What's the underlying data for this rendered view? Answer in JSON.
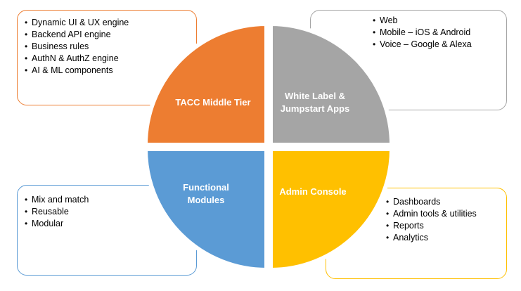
{
  "quadrants": {
    "top_left": {
      "label": "TACC Middle Tier",
      "color": "#ED7D31"
    },
    "top_right": {
      "label": "White Label &\nJumpstart Apps",
      "label_line1": "White Label &",
      "label_line2": "Jumpstart Apps",
      "color": "#A5A5A5"
    },
    "bottom_left": {
      "label_line1": "Functional",
      "label_line2": "Modules",
      "color": "#5B9BD5"
    },
    "bottom_right": {
      "label": "Admin Console",
      "color": "#FFC000"
    }
  },
  "cards": {
    "top_left": {
      "items": [
        "Dynamic UI & UX engine",
        "Backend API engine",
        "Business rules",
        "AuthN & AuthZ engine",
        "AI & ML components"
      ]
    },
    "top_right": {
      "items": [
        "Web",
        "Mobile – iOS & Android",
        "Voice – Google & Alexa"
      ]
    },
    "bottom_left": {
      "items": [
        "Mix and match",
        "Reusable",
        "Modular"
      ]
    },
    "bottom_right": {
      "items": [
        "Dashboards",
        "Admin tools & utilities",
        "Reports",
        "Analytics"
      ]
    }
  }
}
